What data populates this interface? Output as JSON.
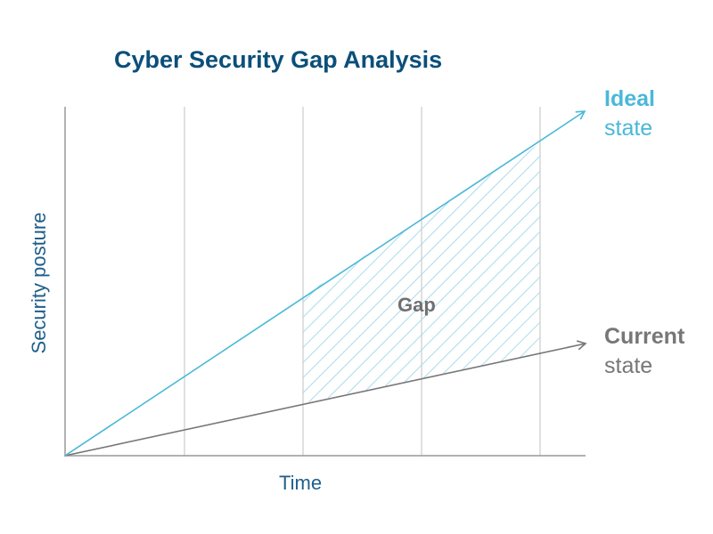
{
  "title": "Cyber Security Gap Analysis",
  "axes": {
    "x_label": "Time",
    "y_label": "Security posture"
  },
  "series": {
    "ideal": {
      "line1": "Ideal",
      "line2": "state",
      "color": "#4ab8d8"
    },
    "current": {
      "line1": "Current",
      "line2": "state",
      "color": "#777777"
    }
  },
  "gap_label": "Gap",
  "colors": {
    "title": "#0b4f7a",
    "axis_label": "#1f5f8a",
    "gap_hatch": "#aadcea",
    "gridline": "#d6d6d6",
    "axis": "#999999"
  }
}
